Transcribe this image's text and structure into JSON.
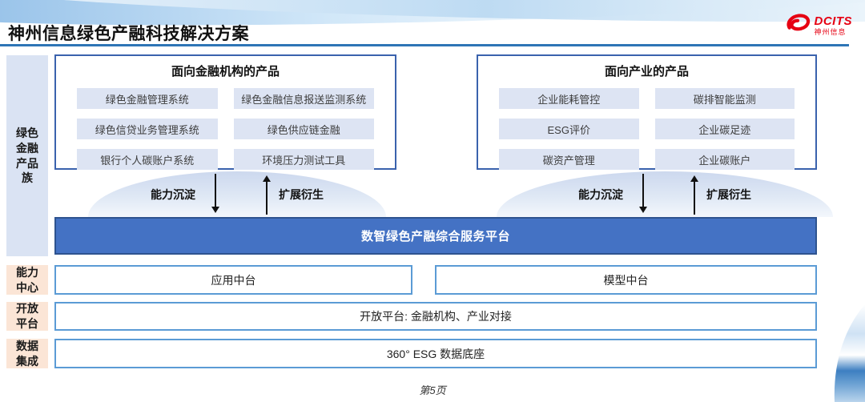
{
  "header": {
    "title": "神州信息绿色产融科技解决方案",
    "logo": {
      "name": "DCITS",
      "subname": "神州信息"
    }
  },
  "left_rail": {
    "product_family": "绿色金融产品族",
    "capability_center": "能力中心",
    "open_platform": "开放平台",
    "data_integration": "数据集成"
  },
  "product_boxes": [
    {
      "title": "面向金融机构的产品",
      "items": [
        "绿色金融管理系统",
        "绿色金融信息报送监测系统",
        "绿色信贷业务管理系统",
        "绿色供应链金融",
        "银行个人碳账户系统",
        "环境压力测试工具"
      ]
    },
    {
      "title": "面向产业的产品",
      "items": [
        "企业能耗管控",
        "碳排智能监测",
        "ESG评价",
        "企业碳足迹",
        "碳资产管理",
        "企业碳账户"
      ]
    }
  ],
  "flows": {
    "sink_label": "能力沉淀",
    "derive_label": "扩展衍生"
  },
  "platform_bar": "数智绿色产融综合服务平台",
  "middle_platforms": [
    "应用中台",
    "模型中台"
  ],
  "open_platform_row": "开放平台: 金融机构、产业对接",
  "data_base_row": "360° ESG 数据底座",
  "footer": {
    "page": "第5页"
  },
  "colors": {
    "accent_blue": "#4472c4",
    "rail_blue": "#dae3f3",
    "rail_peach": "#fbe5d6",
    "chip_blue": "#dde4f3",
    "box_border": "#3a62ad",
    "light_border": "#5b9bd5",
    "header_line": "#2e75b6",
    "logo_red": "#e60012"
  }
}
